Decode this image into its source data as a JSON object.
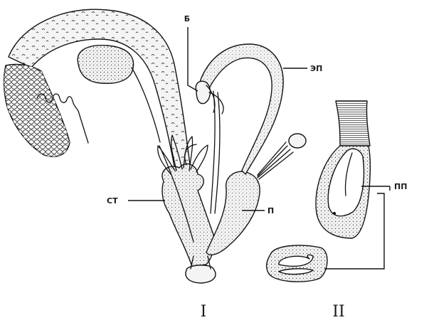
{
  "labels": {
    "b": "Б",
    "ep": "ЭП",
    "st": "СТ",
    "p": "П",
    "pp": "ПП",
    "fig1": "I",
    "fig2": "II"
  }
}
